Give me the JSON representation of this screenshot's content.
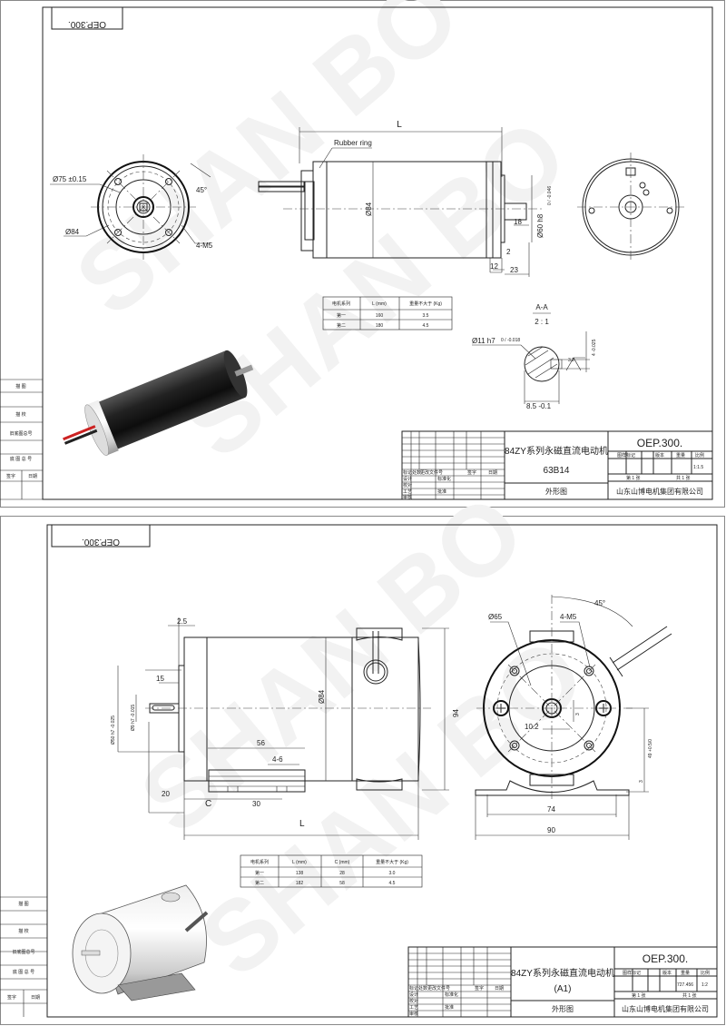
{
  "watermark": "SHAN BO",
  "side_labels": [
    "描 图",
    "描 校",
    "旧底图总号",
    "底 图 总 号",
    "签字",
    "日期"
  ],
  "title_block_labels": {
    "mark": "标记",
    "count": "处数",
    "change_doc": "更改文件号",
    "sign": "签字",
    "date": "日期",
    "design": "设计",
    "check": "校对",
    "process": "工艺",
    "review": "审核",
    "standard": "标准化",
    "approve": "批准",
    "drawing_mark": "图样标记",
    "version": "版本",
    "weight": "重量",
    "scale": "比例",
    "sheet": "第 1 张",
    "total": "共 1 张"
  },
  "sheets": [
    {
      "drawing_number": "OEP.300.",
      "title_line1": "84ZY系列永磁直流电动机",
      "title_line2": "63B14",
      "drawing_type": "外形图",
      "company": "山东山博电机集团有限公司",
      "scale": "1:1.5",
      "table": {
        "headers": [
          "电机系列",
          "L (mm)",
          "重量不大于 (Kg)"
        ],
        "rows": [
          [
            "第一",
            "160",
            "3.5"
          ],
          [
            "第二",
            "180",
            "4.5"
          ]
        ]
      },
      "dims": {
        "L": "L",
        "rubber_ring": "Rubber ring",
        "dia84": "Ø84",
        "dia60": "Ø60 h8",
        "dia60_tol": "0 / -0.046",
        "d18": "18",
        "d2": "2",
        "d12": "12",
        "d23": "23",
        "dia75": "Ø75 ±0.15",
        "dia84_front": "Ø84",
        "angle": "45°",
        "holes": "4-M5",
        "section": "A-A",
        "section_scale": "2 : 1",
        "dia11": "Ø11 h7",
        "dia11_tol": "0 / -0.018",
        "key4": "4 -0.025",
        "d85": "8.5 -0.1",
        "rough": "3.2"
      }
    },
    {
      "drawing_number": "OEP.300.",
      "title_line1": "84ZY系列永磁直流电动机",
      "title_line2": "(A1)",
      "drawing_type": "外形图",
      "company": "山东山博电机集团有限公司",
      "scale": "1:2",
      "weight": "727.456",
      "table": {
        "headers": [
          "电机系列",
          "L (mm)",
          "C (mm)",
          "重量不大于 (Kg)"
        ],
        "rows": [
          [
            "第一",
            "138",
            "28",
            "3.0"
          ],
          [
            "第二",
            "182",
            "58",
            "4.5"
          ]
        ]
      },
      "dims": {
        "d25": "2.5",
        "d15": "15",
        "dia50": "Ø50 h7 -0.025",
        "dia9": "Ø9 h7 -0.015",
        "dia84": "Ø84",
        "d94": "94",
        "d56": "56",
        "slots": "4-6",
        "d20": "20",
        "C": "C",
        "d30": "30",
        "L": "L",
        "dia65": "Ø65",
        "holes": "4-M5",
        "angle": "45°",
        "d102": "10.2",
        "d3": "3",
        "d49": "49 +0.5/0",
        "d3b": "3",
        "d74": "74",
        "d90": "90"
      }
    }
  ]
}
